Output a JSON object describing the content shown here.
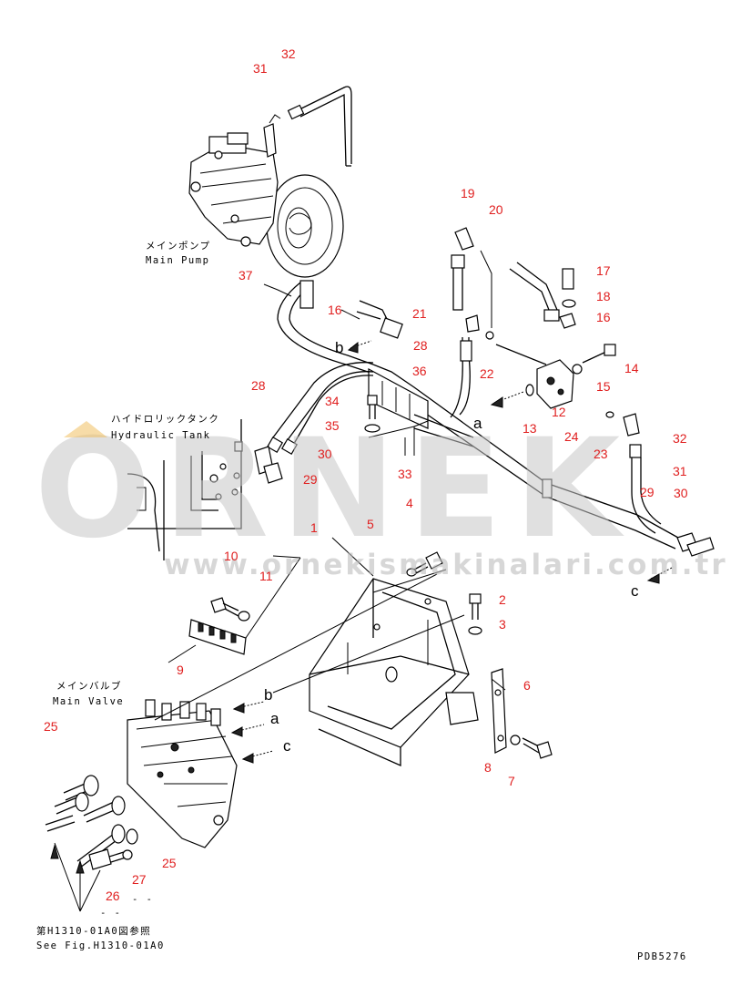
{
  "labels": {
    "main_pump_jp": "メインポンプ",
    "main_pump_en": "Main Pump",
    "hydraulic_tank_jp": "ハイドロリックタンク",
    "hydraulic_tank_en": "Hydraulic Tank",
    "main_valve_jp": "メインバルブ",
    "main_valve_en": "Main Valve",
    "ref_jp": "第H1310-01A0図参照",
    "ref_en": "See Fig.H1310-01A0",
    "code": "PDB5276",
    "dash": "- -"
  },
  "callouts": {
    "a": "a",
    "b": "b",
    "c": "c"
  },
  "watermark": {
    "brand": "ORNEK",
    "url": "www.ornekismakinalari.com.tr"
  },
  "part_numbers": [
    "32",
    "31",
    "19",
    "20",
    "17",
    "18",
    "16",
    "16",
    "21",
    "28",
    "37",
    "22",
    "14",
    "15",
    "36",
    "13",
    "12",
    "34",
    "35",
    "24",
    "28",
    "23",
    "32",
    "30",
    "29",
    "31",
    "29",
    "30",
    "33",
    "4",
    "5",
    "1",
    "10",
    "11",
    "2",
    "3",
    "9",
    "6",
    "8",
    "7",
    "25",
    "25",
    "26",
    "27"
  ],
  "colors": {
    "callout_numbers": "#e02020",
    "line_art": "#000000",
    "watermark": "#c8c8c8"
  }
}
